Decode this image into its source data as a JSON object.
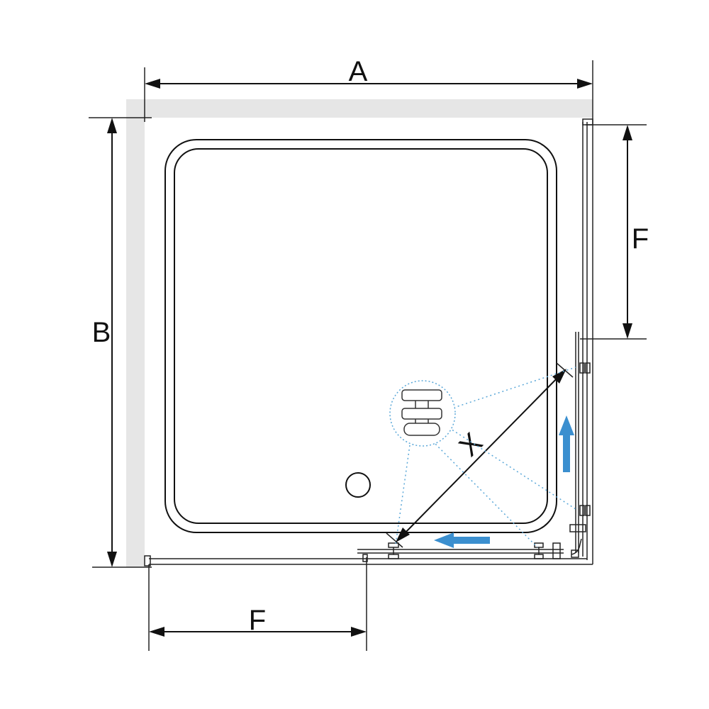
{
  "dimensions": {
    "width_label": "A",
    "depth_label": "B",
    "door_right_label": "F",
    "door_bottom_label": "F",
    "entry_diagonal_label": "X"
  },
  "colors": {
    "wall": "#e6e6e6",
    "line": "#111111",
    "arrow": "#3b8fcf",
    "detail_dotted": "#5aa7d8"
  },
  "icons": {
    "drain": "drain-circle-icon",
    "hinge_detail": "hinge-roller-detail-icon",
    "slide_up": "slide-direction-up-arrow-icon",
    "slide_left": "slide-direction-left-arrow-icon"
  }
}
